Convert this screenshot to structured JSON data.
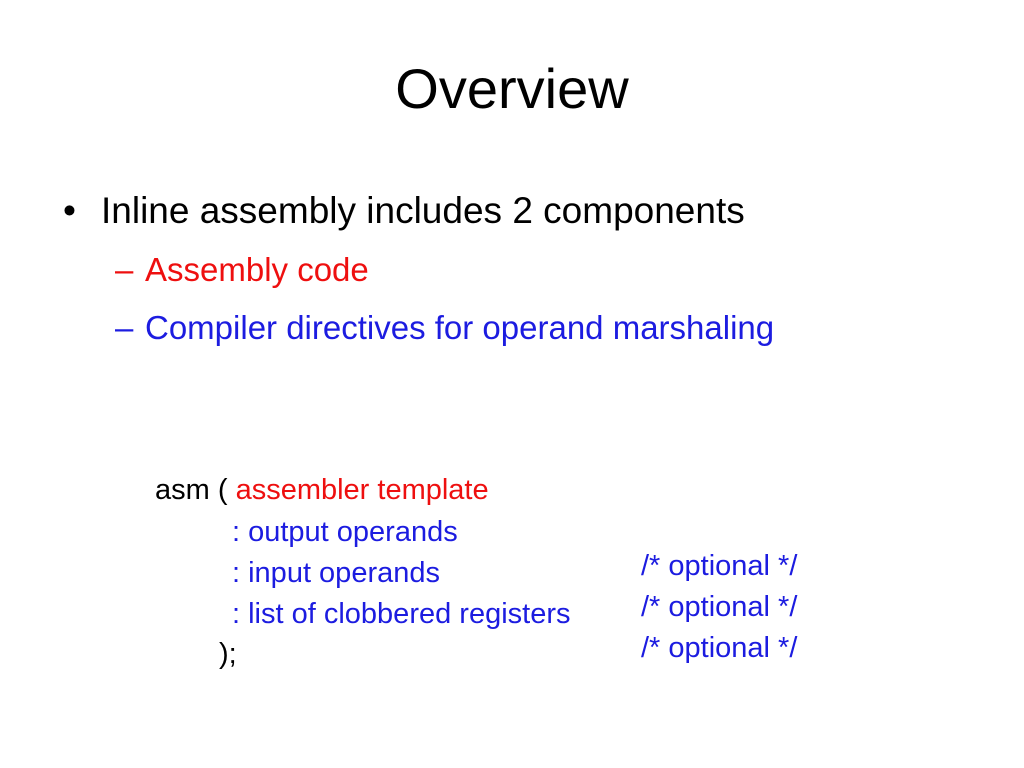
{
  "slide": {
    "title": "Overview",
    "bullets": {
      "main": {
        "marker": "•",
        "text": "Inline assembly includes 2 components"
      },
      "sub": [
        {
          "marker": "–",
          "text": "Assembly code"
        },
        {
          "marker": "–",
          "text": "Compiler directives for operand marshaling"
        }
      ]
    },
    "code_block": {
      "opening": {
        "keyword": "asm ( ",
        "template": "assembler template"
      },
      "operand_lines": [
        {
          "text": ": output operands",
          "comment": "/* optional */"
        },
        {
          "text": ": input operands",
          "comment": "/* optional */"
        },
        {
          "text": ": list of clobbered registers",
          "comment": "/* optional */"
        }
      ],
      "closing": ");"
    },
    "colors": {
      "background": "#ffffff",
      "title_text": "#000000",
      "body_text": "#000000",
      "red_text": "#ee0f0f",
      "blue_text": "#1c1ce0"
    }
  }
}
